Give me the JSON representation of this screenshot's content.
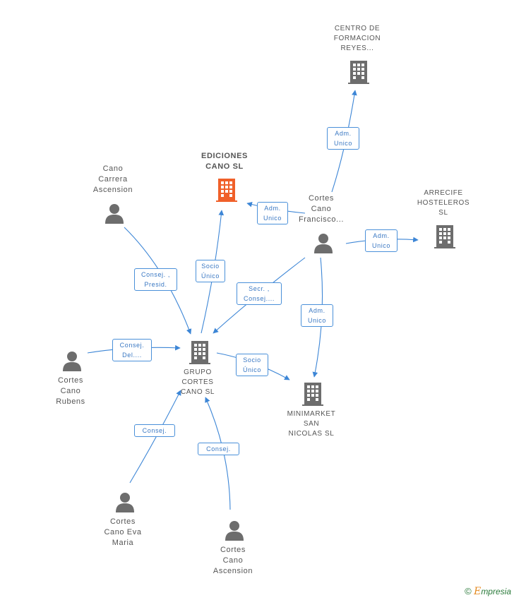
{
  "colors": {
    "edge": "#3d86d6",
    "building": "#6d6d6d",
    "person": "#6d6d6d",
    "focus_building": "#f0602a"
  },
  "companies": {
    "ediciones": {
      "lines": [
        "EDICIONES",
        "CANO SL"
      ]
    },
    "centro": {
      "lines": [
        "CENTRO DE",
        "FORMACION",
        "REYES..."
      ]
    },
    "arrecife": {
      "lines": [
        "ARRECIFE",
        "HOSTELEROS",
        "SL"
      ]
    },
    "grupo": {
      "lines": [
        "GRUPO",
        "CORTES",
        "CANO SL"
      ]
    },
    "minimarket": {
      "lines": [
        "MINIMARKET",
        "SAN",
        "NICOLAS SL"
      ]
    }
  },
  "persons": {
    "carrera": {
      "lines": [
        "Cano",
        "Carrera",
        "Ascension"
      ]
    },
    "francisco": {
      "lines": [
        "Cortes",
        "Cano",
        "Francisco..."
      ]
    },
    "rubens": {
      "lines": [
        "Cortes",
        "Cano",
        "Rubens"
      ]
    },
    "eva": {
      "lines": [
        "Cortes",
        "Cano Eva",
        "Maria"
      ]
    },
    "ascension": {
      "lines": [
        "Cortes",
        "Cano",
        "Ascension"
      ]
    }
  },
  "relations": {
    "francisco_centro": {
      "lines": [
        "Adm.",
        "Unico"
      ]
    },
    "francisco_ediciones": {
      "lines": [
        "Adm.",
        "Unico"
      ]
    },
    "francisco_arrecife": {
      "lines": [
        "Adm.",
        "Unico"
      ]
    },
    "francisco_grupo": {
      "lines": [
        "Secr. ,",
        "Consej...."
      ]
    },
    "francisco_minimarket": {
      "lines": [
        "Adm.",
        "Unico"
      ]
    },
    "grupo_ediciones": {
      "lines": [
        "Socio",
        "Único"
      ]
    },
    "carrera_grupo": {
      "lines": [
        "Consej. ,",
        "Presid."
      ]
    },
    "rubens_grupo": {
      "lines": [
        "Consej.",
        "Del...."
      ]
    },
    "grupo_minimarket": {
      "lines": [
        "Socio",
        "Único"
      ]
    },
    "eva_grupo": {
      "lines": [
        "Consej."
      ]
    },
    "ascension_grupo": {
      "lines": [
        "Consej."
      ]
    }
  },
  "watermark": {
    "symbol": "©",
    "brand_initial": "E",
    "brand_rest": "mpresia"
  }
}
